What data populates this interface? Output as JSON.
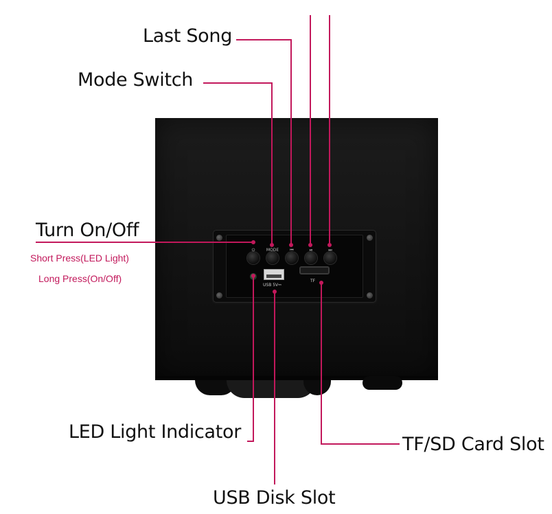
{
  "labels": {
    "last_song": "Last Song",
    "mode_switch": "Mode Switch",
    "turn_on_off": "Turn On/Off",
    "short_press": "Short Press(LED Light)",
    "long_press": "Long Press(On/Off)",
    "led_indicator": "LED Light Indicator",
    "tf_sd_slot": "TF/SD Card Slot",
    "usb_disk_slot": "USB Disk Slot"
  },
  "panel": {
    "power_symbol": "⏻",
    "mode_text": "MODE",
    "prev_symbol": "⏮",
    "play_symbol": "⏯",
    "next_symbol": "⏭",
    "usb_text": "USB 5V⎓",
    "tf_text": "TF"
  },
  "colors": {
    "callout_line": "#c2185b",
    "callout_subtext": "#c2185b",
    "speaker_body": "#141414"
  }
}
